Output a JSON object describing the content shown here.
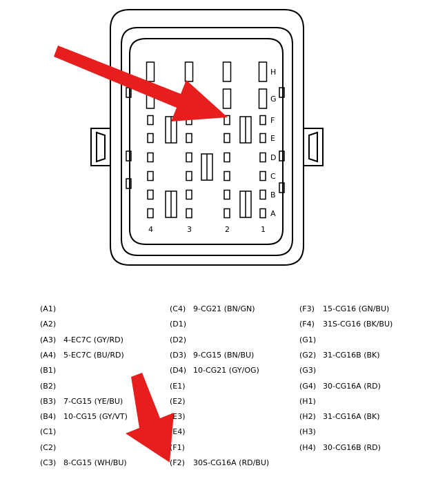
{
  "connector": {
    "row_labels": [
      "H",
      "G",
      "F",
      "E",
      "D",
      "C",
      "B",
      "A"
    ],
    "column_labels": [
      "4",
      "3",
      "2",
      "1"
    ]
  },
  "pin_table": {
    "columns": [
      [
        {
          "pin": "(A1)",
          "desc": ""
        },
        {
          "pin": "(A2)",
          "desc": ""
        },
        {
          "pin": "(A3)",
          "desc": "4-EC7C (GY/RD)"
        },
        {
          "pin": "(A4)",
          "desc": "5-EC7C (BU/RD)"
        },
        {
          "pin": "(B1)",
          "desc": ""
        },
        {
          "pin": "(B2)",
          "desc": ""
        },
        {
          "pin": "(B3)",
          "desc": "7-CG15 (YE/BU)"
        },
        {
          "pin": "(B4)",
          "desc": "10-CG15 (GY/VT)"
        },
        {
          "pin": "(C1)",
          "desc": ""
        },
        {
          "pin": "(C2)",
          "desc": ""
        },
        {
          "pin": "(C3)",
          "desc": "8-CG15 (WH/BU)"
        }
      ],
      [
        {
          "pin": "(C4)",
          "desc": "9-CG21 (BN/GN)"
        },
        {
          "pin": "(D1)",
          "desc": ""
        },
        {
          "pin": "(D2)",
          "desc": ""
        },
        {
          "pin": "(D3)",
          "desc": "9-CG15 (BN/BU)"
        },
        {
          "pin": "(D4)",
          "desc": "10-CG21 (GY/OG)"
        },
        {
          "pin": "(E1)",
          "desc": ""
        },
        {
          "pin": "(E2)",
          "desc": ""
        },
        {
          "pin": "(E3)",
          "desc": ""
        },
        {
          "pin": "(E4)",
          "desc": ""
        },
        {
          "pin": "(F1)",
          "desc": ""
        },
        {
          "pin": "(F2)",
          "desc": "30S-CG16A (RD/BU)"
        }
      ],
      [
        {
          "pin": "(F3)",
          "desc": "15-CG16 (GN/BU)"
        },
        {
          "pin": "(F4)",
          "desc": "31S-CG16 (BK/BU)"
        },
        {
          "pin": "(G1)",
          "desc": ""
        },
        {
          "pin": "(G2)",
          "desc": "31-CG16B (BK)"
        },
        {
          "pin": "(G3)",
          "desc": ""
        },
        {
          "pin": "(G4)",
          "desc": "30-CG16A (RD)"
        },
        {
          "pin": "(H1)",
          "desc": ""
        },
        {
          "pin": "(H2)",
          "desc": "31-CG16A (BK)"
        },
        {
          "pin": "(H3)",
          "desc": ""
        },
        {
          "pin": "(H4)",
          "desc": "30-CG16B (RD)"
        }
      ]
    ]
  },
  "colors": {
    "arrow": "#e61e1e",
    "line": "#000000"
  }
}
